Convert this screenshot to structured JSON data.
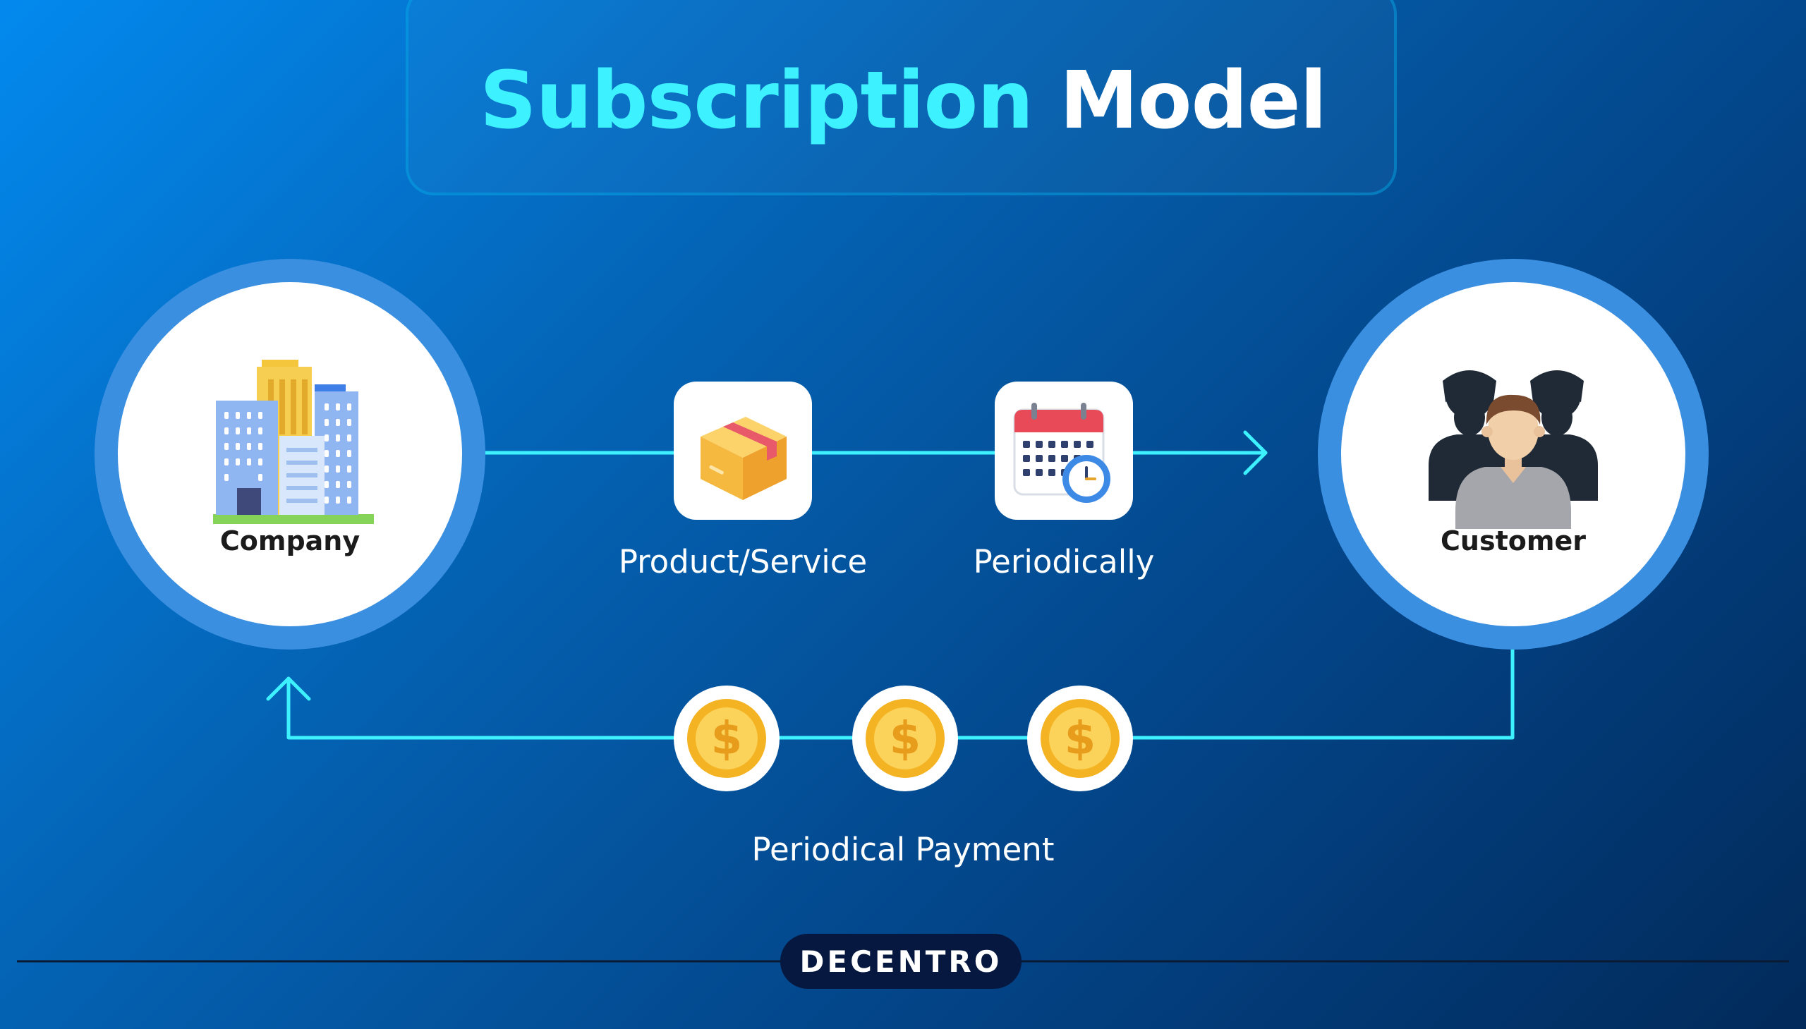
{
  "header": {
    "title_part1": "Subscription",
    "title_part2": "Model"
  },
  "nodes": {
    "company": {
      "label": "Company",
      "icon": "office-buildings-icon"
    },
    "customer": {
      "label": "Customer",
      "icon": "customers-group-icon"
    }
  },
  "flow_forward": [
    {
      "label": "Product/Service",
      "icon": "package-box-icon"
    },
    {
      "label": "Periodically",
      "icon": "calendar-clock-icon"
    }
  ],
  "flow_return": {
    "label": "Periodical Payment",
    "icons": [
      "dollar-coin-icon",
      "dollar-coin-icon",
      "dollar-coin-icon"
    ]
  },
  "brand": {
    "name": "DECENTRO"
  },
  "colors": {
    "accent_cyan": "#3ef1ff",
    "ring_blue": "#3b8fe0",
    "background_start": "#0389ee",
    "background_end": "#022a5a"
  }
}
